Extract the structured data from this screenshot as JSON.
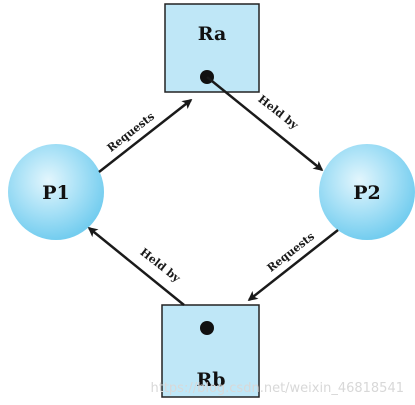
{
  "diagram": {
    "resources": {
      "ra": {
        "label": "Ra"
      },
      "rb": {
        "label": "Rb"
      }
    },
    "processes": {
      "p1": {
        "label": "P1"
      },
      "p2": {
        "label": "P2"
      }
    },
    "edges": {
      "p1_requests_ra": {
        "label": "Requests",
        "from": "P1",
        "to": "Ra"
      },
      "ra_held_by_p2": {
        "label": "Held by",
        "from": "Ra",
        "to": "P2"
      },
      "p2_requests_rb": {
        "label": "Requests",
        "from": "P2",
        "to": "Rb"
      },
      "rb_held_by_p1": {
        "label": "Held by",
        "from": "Rb",
        "to": "P1"
      }
    },
    "colors": {
      "resource_fill": "#bfe7f7",
      "resource_stroke": "#222222",
      "process_fill_light": "#e3f6fd",
      "process_fill_dark": "#74cdef",
      "arrow": "#1a1a1a"
    }
  },
  "watermark": "https://blog.csdn.net/weixin_46818541"
}
